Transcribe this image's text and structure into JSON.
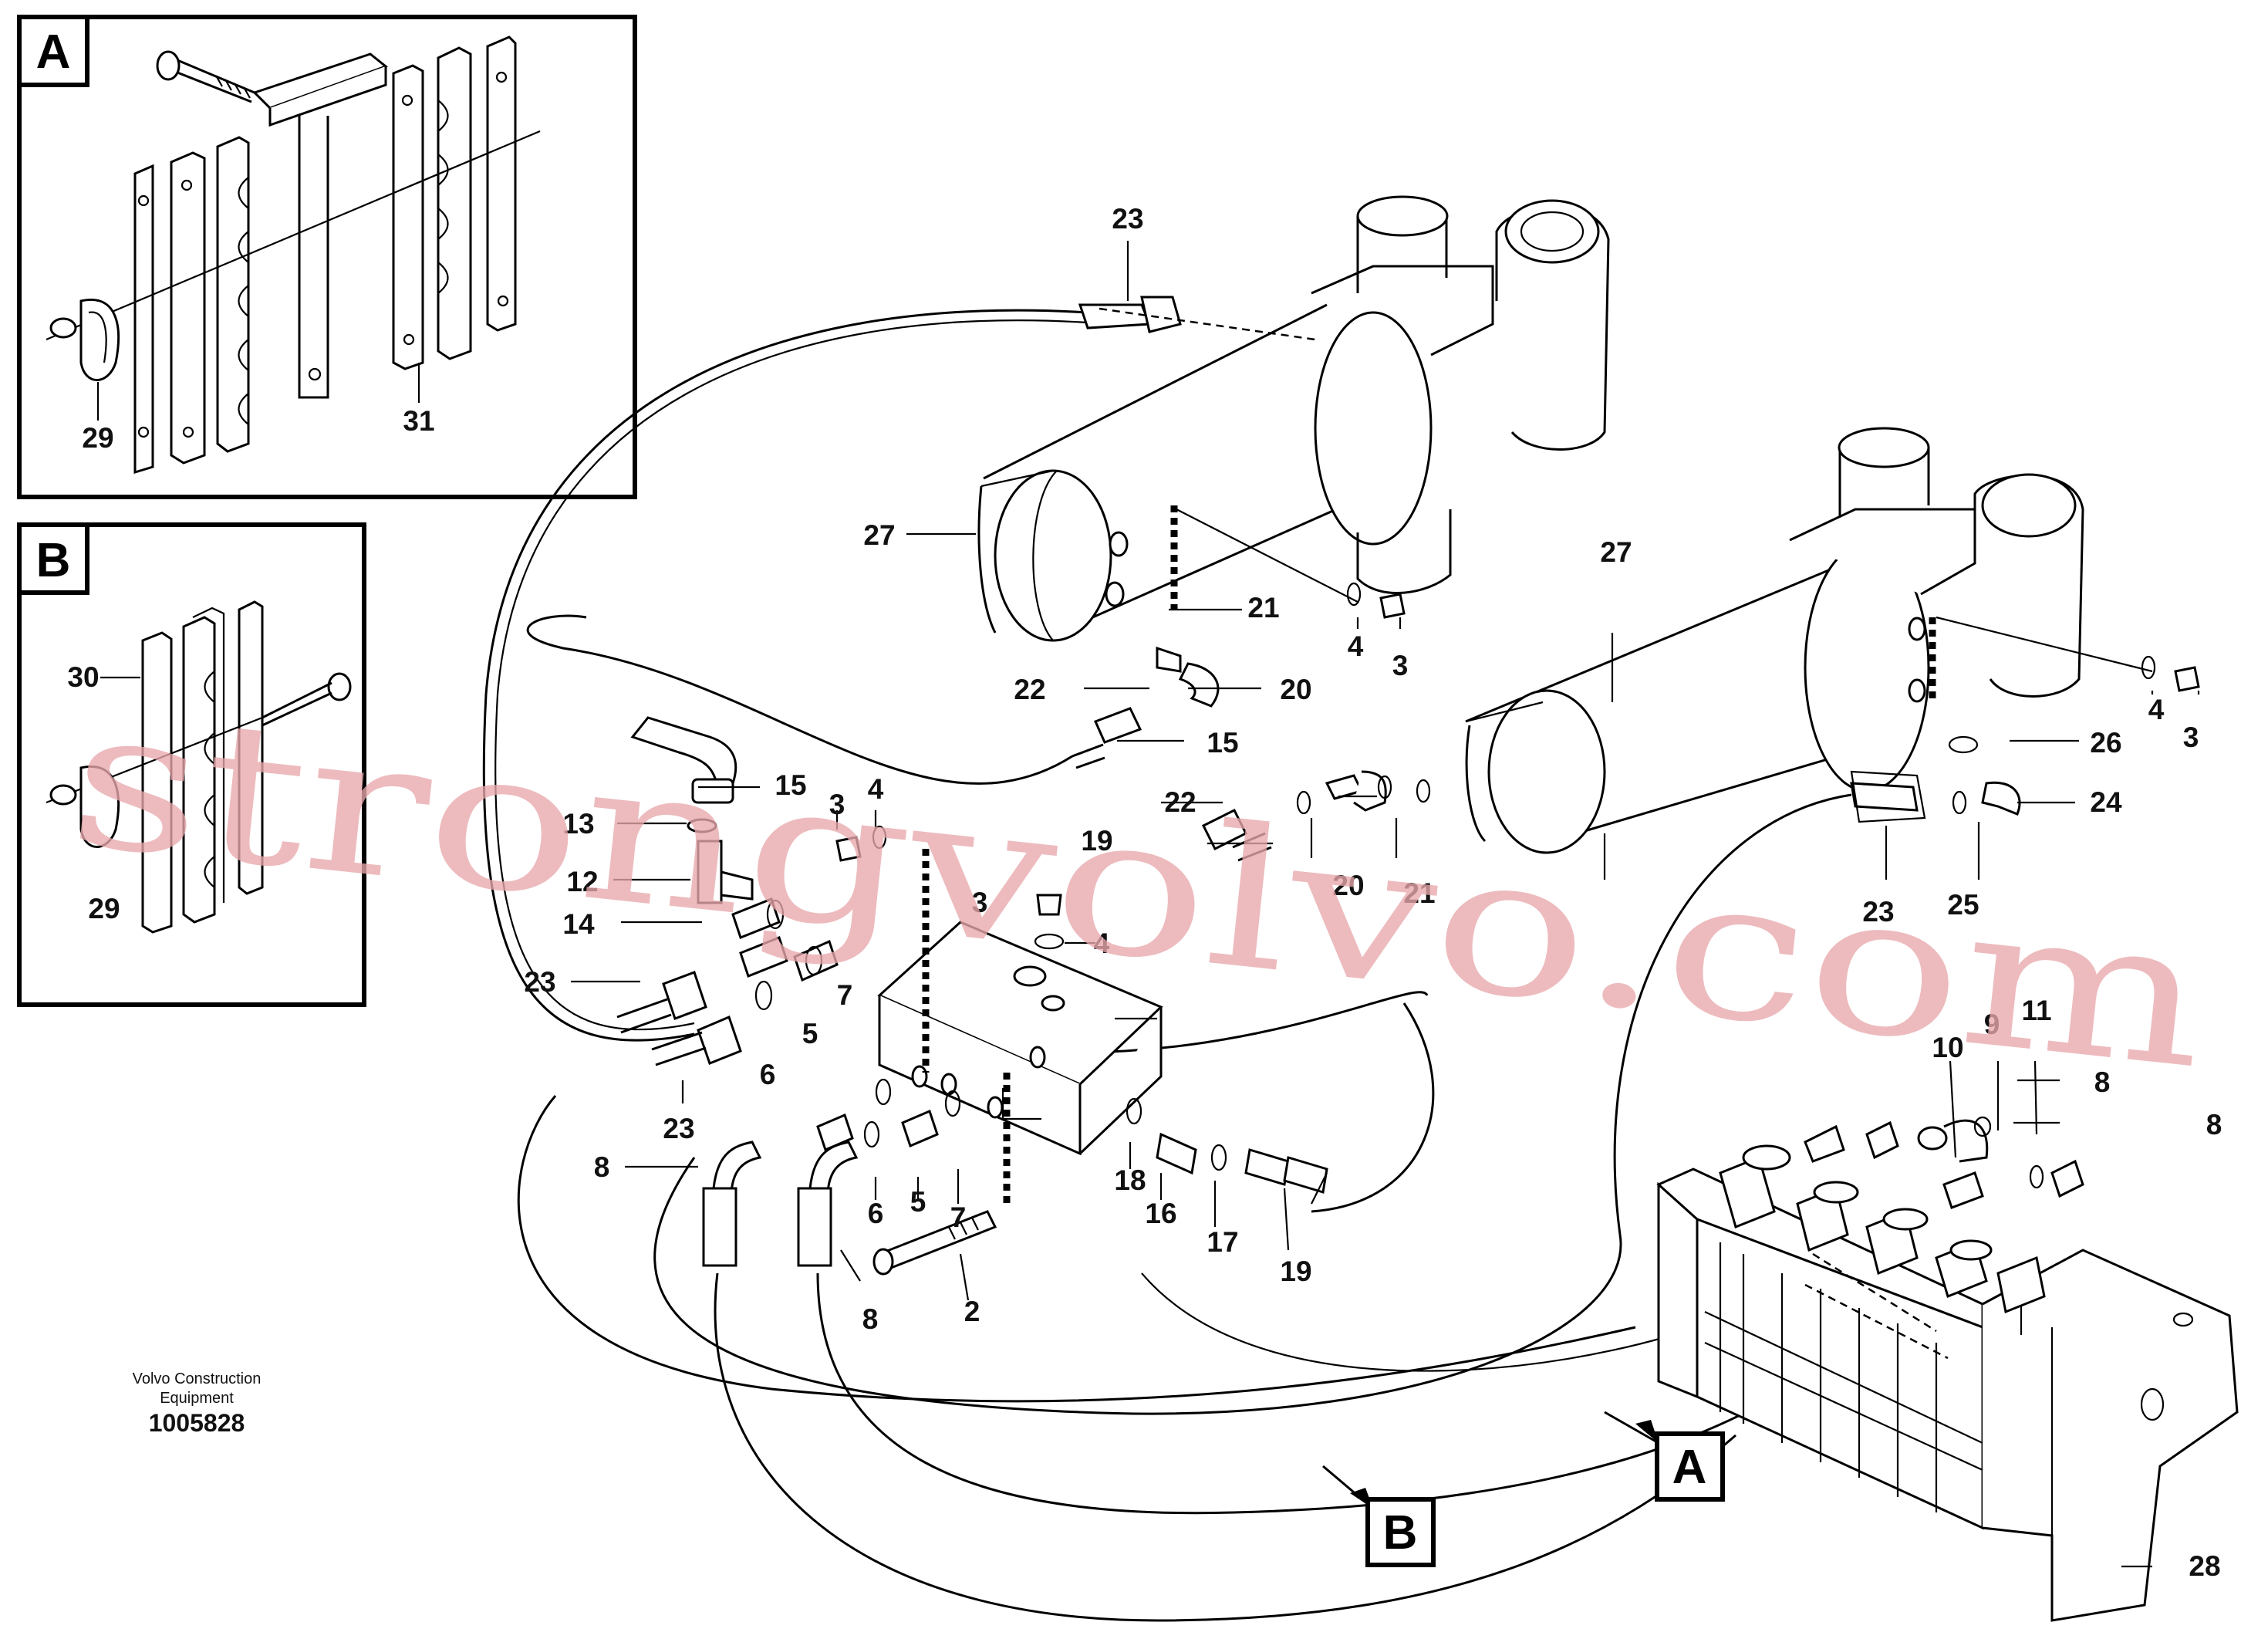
{
  "inset_boxes": [
    {
      "letter": "A",
      "labels": [
        "29",
        "31"
      ]
    },
    {
      "letter": "B",
      "labels": [
        "30",
        "29"
      ]
    }
  ],
  "callout_boxes": [
    "A",
    "B"
  ],
  "part_labels": {
    "p2": "2",
    "p3a": "3",
    "p3b": "3",
    "p3c": "3",
    "p3d": "3",
    "p4a": "4",
    "p4b": "4",
    "p4c": "4",
    "p4d": "4",
    "p5a": "5",
    "p5b": "5",
    "p6a": "6",
    "p6b": "6",
    "p7a": "7",
    "p7b": "7",
    "p8a": "8",
    "p8b": "8",
    "p8c": "8",
    "p8d": "8",
    "p9": "9",
    "p10": "10",
    "p11": "11",
    "p12": "12",
    "p13": "13",
    "p14": "14",
    "p15a": "15",
    "p15b": "15",
    "p16": "16",
    "p17": "17",
    "p18": "18",
    "p19a": "19",
    "p19b": "19",
    "p20a": "20",
    "p20b": "20",
    "p21a": "21",
    "p21b": "21",
    "p22a": "22",
    "p22b": "22",
    "p23a": "23",
    "p23b": "23",
    "p23c": "23",
    "p23d": "23",
    "p24": "24",
    "p25": "25",
    "p26": "26",
    "p27a": "27",
    "p27b": "27",
    "p28": "28"
  },
  "credit": {
    "line1": "Volvo Construction",
    "line2": "Equipment",
    "number": "1005828"
  },
  "watermark": "strongvolvo.com"
}
